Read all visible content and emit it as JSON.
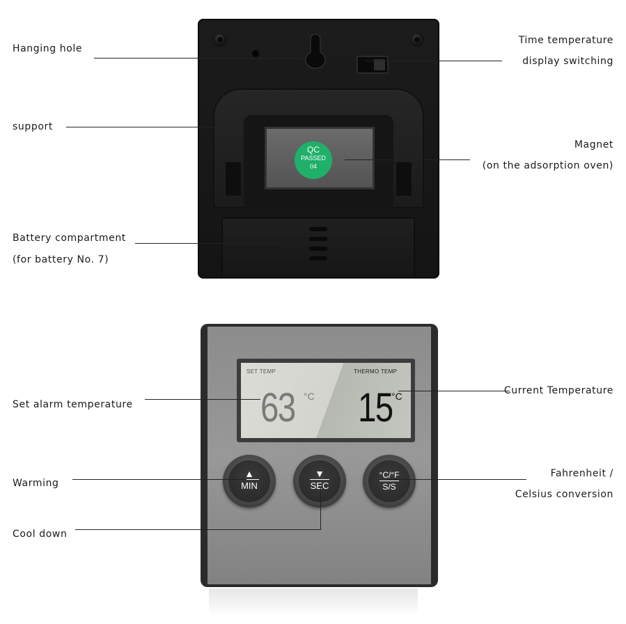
{
  "labels": {
    "hanging_hole": "Hanging hole",
    "time_temp_line1": "Time temperature",
    "time_temp_line2": "display switching",
    "support": "support",
    "magnet_line1": "Magnet",
    "magnet_line2": "(on the adsorption oven)",
    "battery_line1": "Battery compartment",
    "battery_line2": "(for battery No. 7)",
    "set_alarm": "Set alarm temperature",
    "current_temp": "Current Temperature",
    "warming": "Warming",
    "fahrenheit_line1": "Fahrenheit /",
    "fahrenheit_line2": "Celsius conversion",
    "cool_down": "Cool down"
  },
  "back": {
    "qc_line1": "QC",
    "qc_line2": "PASSED",
    "qc_line3": "04"
  },
  "display": {
    "set_temp_label": "SET TEMP",
    "set_temp_value": "63",
    "set_temp_unit": "°C",
    "thermo_temp_label": "THERMO TEMP",
    "thermo_temp_value": "15",
    "thermo_temp_unit": "°C"
  },
  "buttons": {
    "min": {
      "symbol": "▲",
      "label": "MIN"
    },
    "sec": {
      "symbol": "▼",
      "label": "SEC"
    },
    "unit": {
      "top": "°C/°F",
      "bottom": "S/S"
    }
  },
  "colors": {
    "qc_sticker": "#1fb06a",
    "device_back": "#1a1a1a",
    "steel_face": "#909090"
  }
}
